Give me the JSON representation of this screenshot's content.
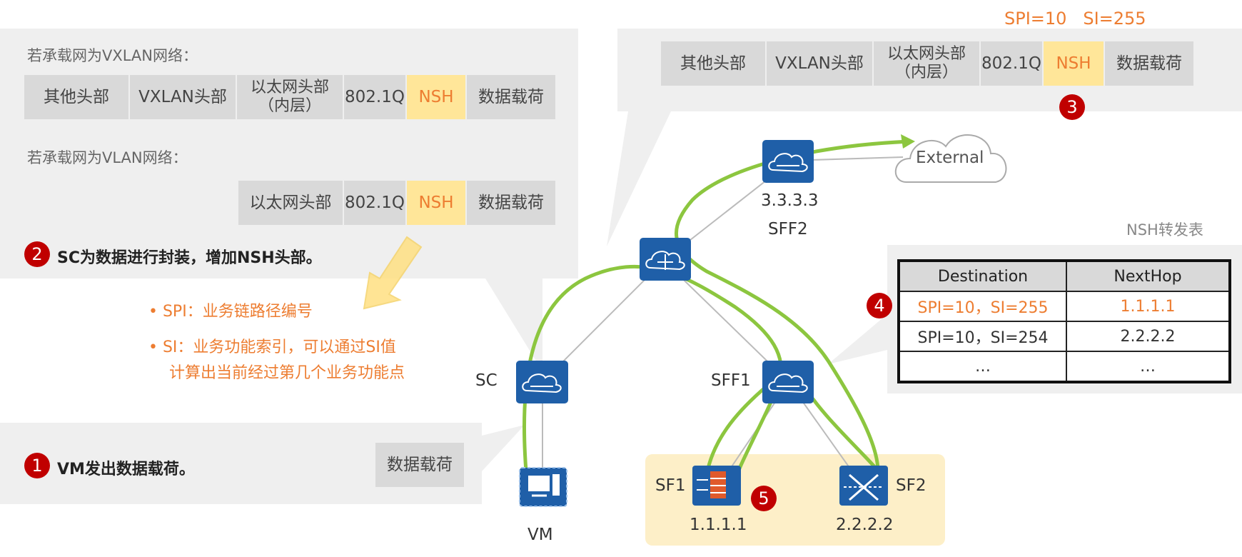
{
  "top_right": {
    "spi_label": "SPI=10",
    "si_label": "SI=255",
    "header_cells": [
      "其他头部",
      "VXLAN头部",
      "以太网头部\n（内层）",
      "802.1Q",
      "NSH",
      "数据载荷"
    ]
  },
  "left_panel": {
    "vxlan_caption": "若承载网为VXLAN网络：",
    "vxlan_cells": [
      "其他头部",
      "VXLAN头部",
      "以太网头部\n（内层）",
      "802.1Q",
      "NSH",
      "数据载荷"
    ],
    "vlan_caption": "若承载网为VLAN网络：",
    "vlan_cells": [
      "以太网头部",
      "802.1Q",
      "NSH",
      "数据载荷"
    ],
    "step2_text": "SC为数据进行封装，增加NSH头部。"
  },
  "bullets": [
    "• SPI：业务链路径编号",
    "• SI：业务功能索引，可以通过SI值",
    "计算出当前经过第几个业务功能点"
  ],
  "step1": {
    "text": "VM发出数据载荷。",
    "payload": "数据载荷"
  },
  "badges": [
    "1",
    "2",
    "3",
    "4",
    "5"
  ],
  "nodes": {
    "sc": "SC",
    "vm": "VM",
    "sff1": "SFF1",
    "sff2": "SFF2",
    "sff2_ip": "3.3.3.3",
    "external": "External",
    "sf1": "SF1",
    "sf1_ip": "1.1.1.1",
    "sf2": "SF2",
    "sf2_ip": "2.2.2.2"
  },
  "forwarding_table": {
    "title": "NSH转发表",
    "headers": [
      "Destination",
      "NextHop"
    ],
    "rows": [
      [
        "SPI=10，SI=255",
        "1.1.1.1"
      ],
      [
        "SPI=10，SI=254",
        "2.2.2.2"
      ],
      [
        "…",
        "…"
      ]
    ]
  },
  "colors": {
    "node_blue": "#1f5fa8",
    "path_green": "#8cc63f",
    "nsh_fill": "#ffe699",
    "accent_orange": "#ed7d31",
    "badge_red": "#c00000",
    "sf_area": "#fdefc8"
  }
}
